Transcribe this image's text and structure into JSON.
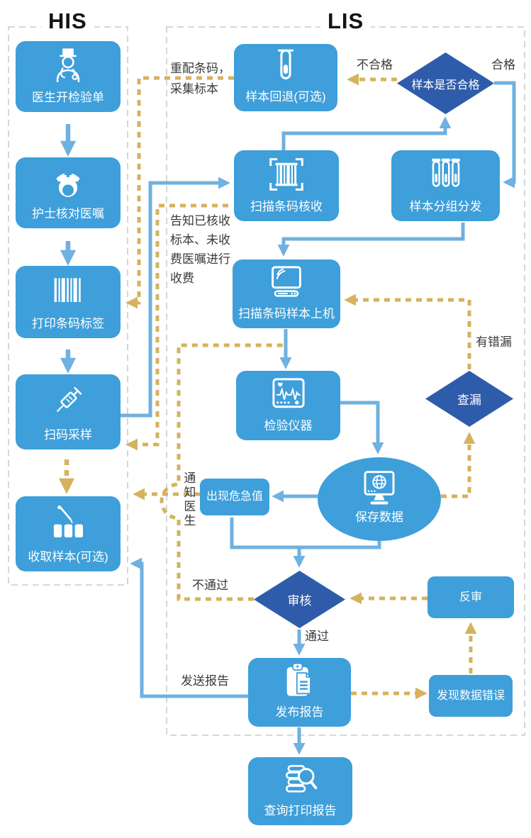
{
  "his": {
    "title": "HIS",
    "nodes": {
      "doctor_order": "医生开检验单",
      "nurse_check": "护士核对医嘱",
      "print_barcode": "打印条码标签",
      "scan_sampling": "扫码采样",
      "collect_sample": "收取样本(可选)"
    }
  },
  "lis": {
    "title": "LIS",
    "nodes": {
      "sample_return": "样本回退(可选)",
      "sample_qualified": "样本是否合格",
      "scan_receive": "扫描条码核收",
      "sample_dispatch": "样本分组分发",
      "sample_onmachine": "扫描条码样本上机",
      "instrument": "检验仪器",
      "save_data": "保存数据",
      "critical_value": "出现危急值",
      "check_missing": "查漏",
      "audit": "审核",
      "reverse_audit": "反审",
      "publish_report": "发布报告",
      "data_error": "发现数据错误"
    }
  },
  "outside": {
    "query_report": "查询打印报告"
  },
  "edge_labels": {
    "rematch_line1": "重配条码，",
    "rematch_line2": "采集标本",
    "unqualified": "不合格",
    "qualified": "合格",
    "notify_fee_l1": "告知已核收",
    "notify_fee_l2": "标本、未收",
    "notify_fee_l3": "费医嘱进行",
    "notify_fee_l4": "收费",
    "has_errors": "有错漏",
    "notify_doctor": "通知医生",
    "not_passed": "不通过",
    "passed": "通过",
    "send_report": "发送报告"
  },
  "colors": {
    "node_blue": "#3e9fda",
    "diamond_blue": "#2f5caa",
    "arrow_blue": "#6fb1e0",
    "dashed_tan": "#d6b25f",
    "container_border": "#cccccc",
    "label_text": "#3a3a3a"
  }
}
